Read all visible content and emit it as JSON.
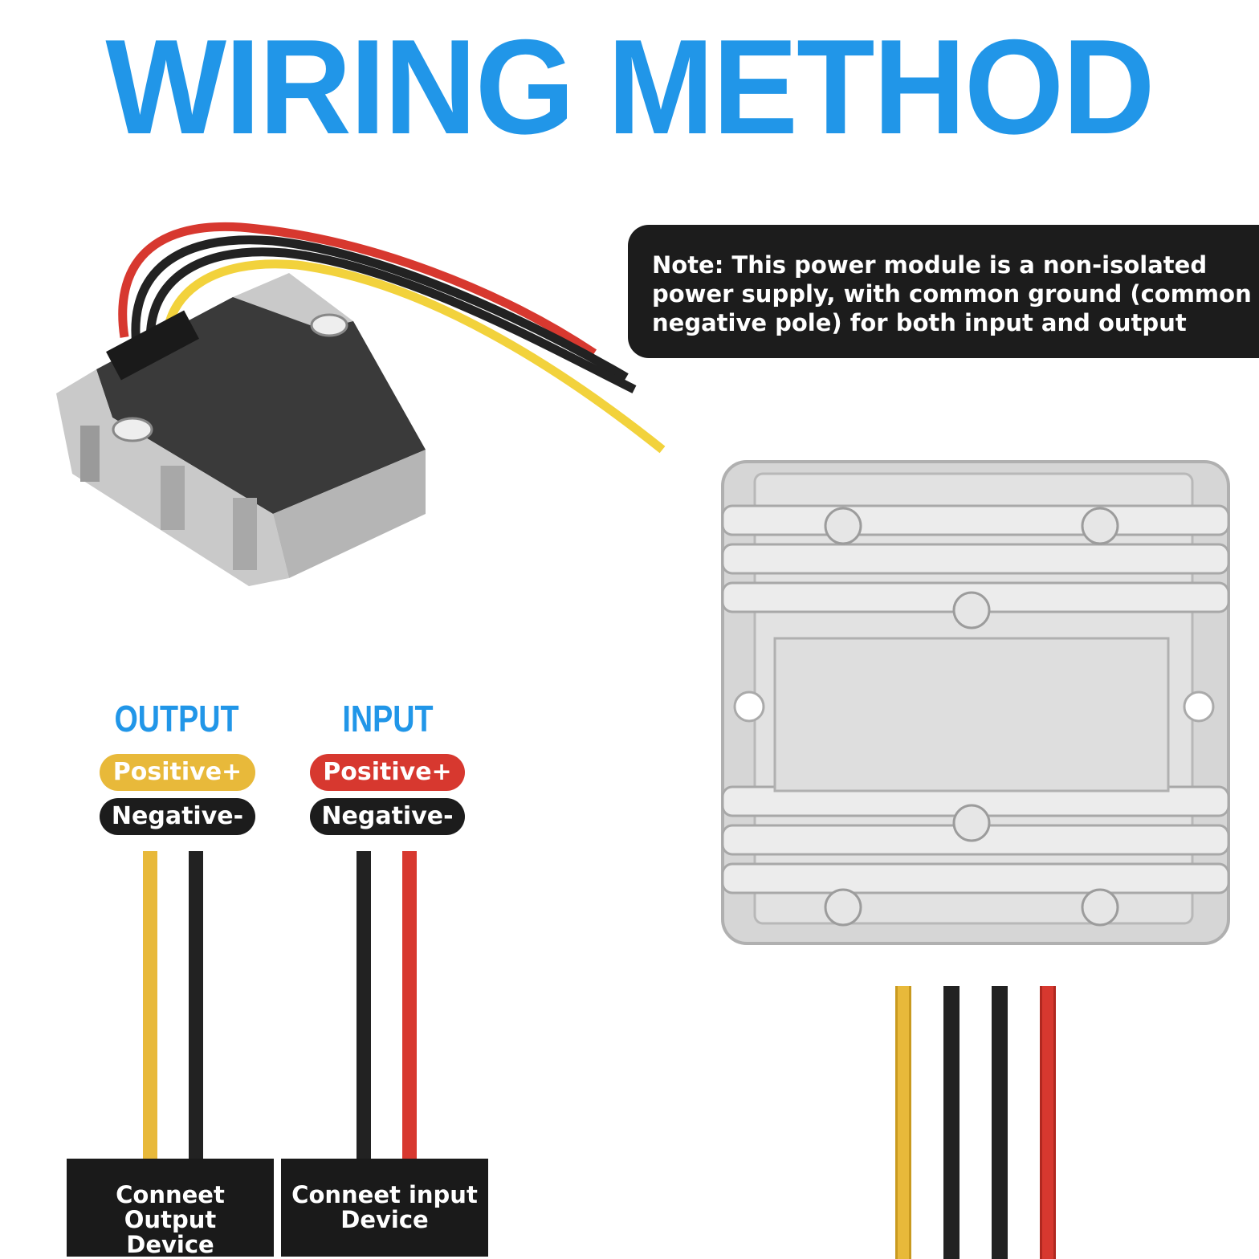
{
  "title": "WIRING METHOD",
  "note": {
    "lines": [
      "Note: This power module is a non-isolated",
      "power supply, with common ground (common",
      "negative pole) for both input and output"
    ]
  },
  "output": {
    "heading": "OUTPUT",
    "positive_label": "Positive+",
    "negative_label": "Negative-",
    "device_lines": [
      "Conneet Output",
      "Device"
    ]
  },
  "input": {
    "heading": "INPUT",
    "positive_label": "Positive+",
    "negative_label": "Negative-",
    "device_lines": [
      "Conneet input",
      "Device"
    ]
  },
  "colors": {
    "title_blue": "#2196e8",
    "output_positive": "#e8b93a",
    "input_positive": "#d7382f",
    "negative": "#1c1c1c",
    "wire_yellow": "#e8b93a",
    "wire_red": "#d7382f",
    "wire_black": "#222222"
  }
}
